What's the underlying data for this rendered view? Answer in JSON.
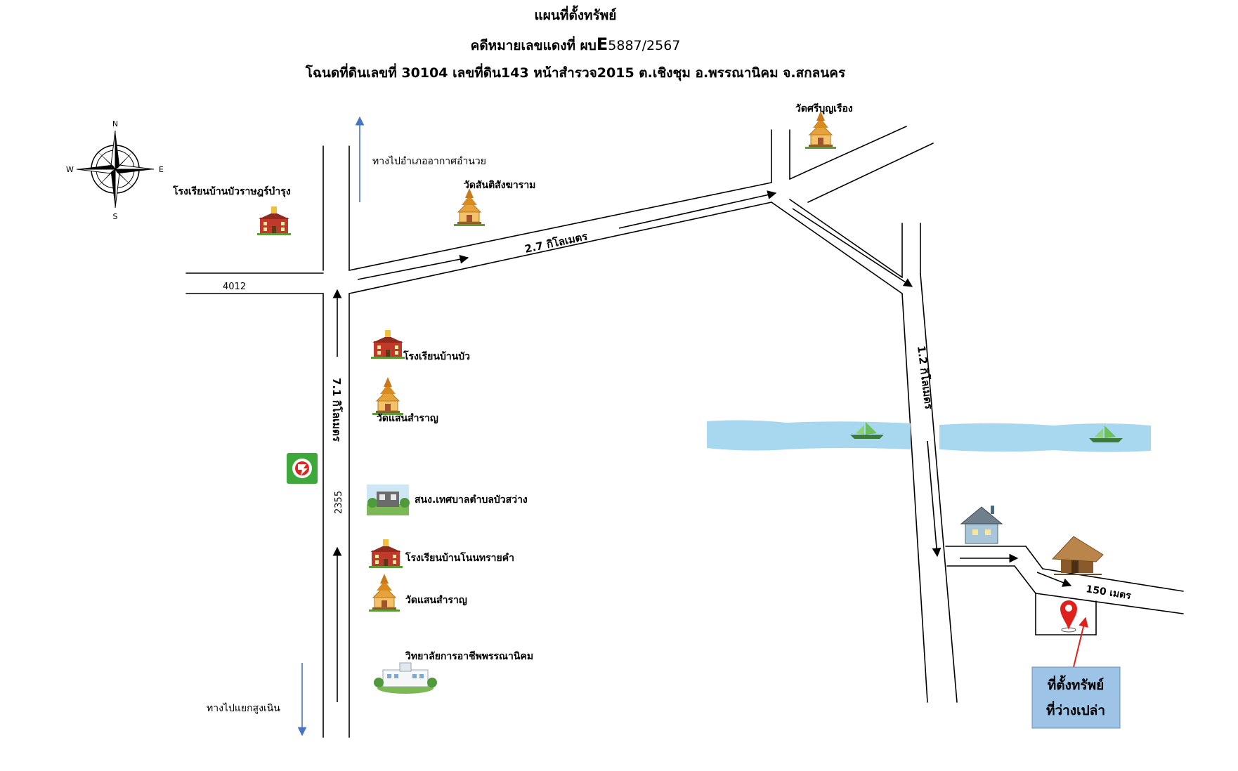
{
  "header": {
    "title": "แผนที่ตั้งทรัพย์",
    "case_prefix": "คดีหมายเลขแดงที่ ผบ",
    "case_letter": "E",
    "case_number": "5887/2567",
    "deed_line": "โฉนดที่ดินเลขที่ 30104 เลขที่ดิน143 หน้าสำรวจ2015 ต.เชิงชุม อ.พรรณานิคม จ.สกลนคร"
  },
  "compass": {
    "n": "N",
    "s": "S",
    "e": "E",
    "w": "W"
  },
  "roads": {
    "r4012": "4012",
    "r2355": "2355",
    "dist_7_1": "7.1 กิโลเมตร",
    "dist_2_7": "2.7 กิโลเมตร",
    "dist_1_2": "1.2 กิโลเมตร",
    "dist_150": "150 เมตร"
  },
  "directions": {
    "to_akat": "ทางไปอำเภออากาศอำนวย",
    "to_sung_noen": "ทางไปแยกสูงเนิน"
  },
  "places": {
    "school_bua_rat": "โรงเรียนบ้านบัวราษฎร์บำรุง",
    "wat_santi": "วัดสันติสังฆาราม",
    "wat_siboon": "วัดศรีบุญเรือง",
    "school_bua": "โรงเรียนบ้านบัว",
    "wat_saen_1": "วัดแสนสำราญ",
    "nursery": "สนง.เทศบาลตำบลบัวสว่าง",
    "school_nonsai": "โรงเรียนบ้านโนนทรายคำ",
    "wat_saen_2": "วัดแสนสำราญ",
    "college": "วิทยาลัยการอาชีพพรรณานิคม"
  },
  "property": {
    "line1": "ที่ตั้งทรัพย์",
    "line2": "ที่ว่างเปล่า"
  },
  "colors": {
    "river": "#a8d8f0",
    "property_box": "#9dc3e6",
    "pin": "#e0201c",
    "blue_arrow": "#4a74c4",
    "station_green": "#3ea83a"
  }
}
